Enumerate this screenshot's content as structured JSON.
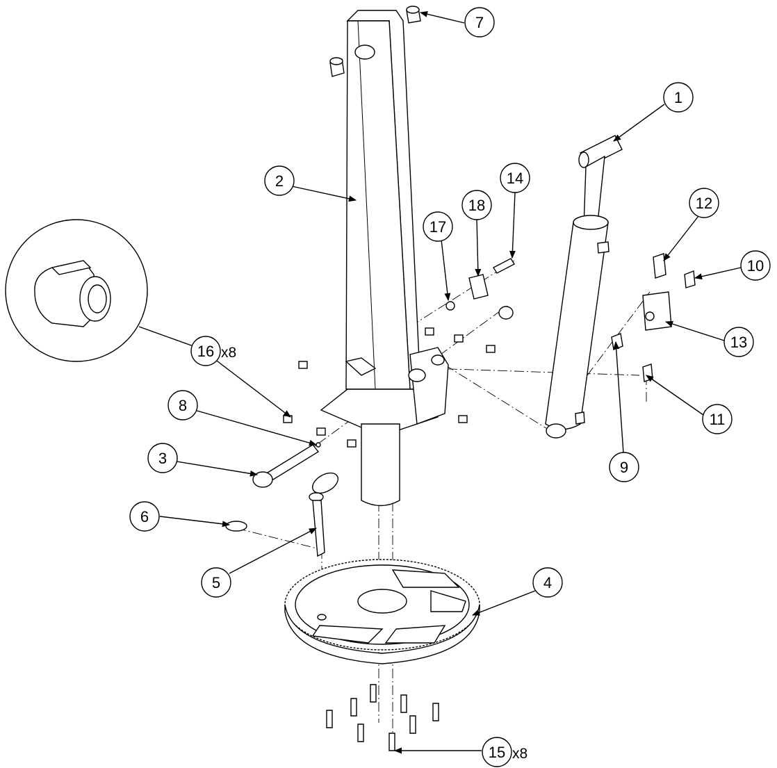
{
  "diagram": {
    "callouts": [
      {
        "id": "1",
        "label": "1",
        "qty": ""
      },
      {
        "id": "2",
        "label": "2",
        "qty": ""
      },
      {
        "id": "3",
        "label": "3",
        "qty": ""
      },
      {
        "id": "4",
        "label": "4",
        "qty": ""
      },
      {
        "id": "5",
        "label": "5",
        "qty": ""
      },
      {
        "id": "6",
        "label": "6",
        "qty": ""
      },
      {
        "id": "7",
        "label": "7",
        "qty": ""
      },
      {
        "id": "8",
        "label": "8",
        "qty": ""
      },
      {
        "id": "9",
        "label": "9",
        "qty": ""
      },
      {
        "id": "10",
        "label": "10",
        "qty": ""
      },
      {
        "id": "11",
        "label": "11",
        "qty": ""
      },
      {
        "id": "12",
        "label": "12",
        "qty": ""
      },
      {
        "id": "13",
        "label": "13",
        "qty": ""
      },
      {
        "id": "14",
        "label": "14",
        "qty": ""
      },
      {
        "id": "15",
        "label": "15",
        "qty": "x8"
      },
      {
        "id": "16",
        "label": "16",
        "qty": "x8"
      },
      {
        "id": "17",
        "label": "17",
        "qty": ""
      },
      {
        "id": "18",
        "label": "18",
        "qty": ""
      }
    ]
  }
}
